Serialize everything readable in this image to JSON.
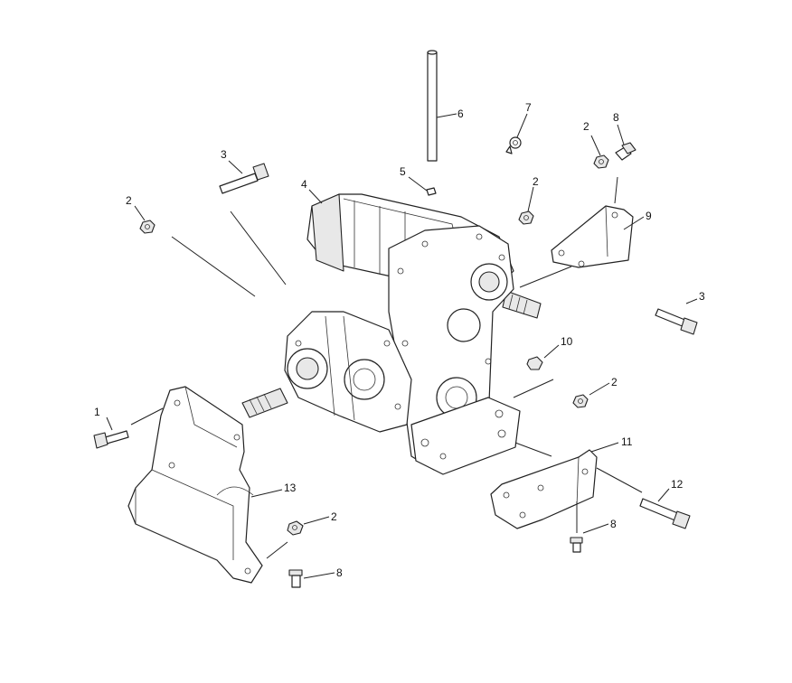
{
  "callouts": [
    {
      "id": "c1",
      "label": "1"
    },
    {
      "id": "c2a",
      "label": "2"
    },
    {
      "id": "c2b",
      "label": "2"
    },
    {
      "id": "c2c",
      "label": "2"
    },
    {
      "id": "c2d",
      "label": "2"
    },
    {
      "id": "c2e",
      "label": "2"
    },
    {
      "id": "c3a",
      "label": "3"
    },
    {
      "id": "c3b",
      "label": "3"
    },
    {
      "id": "c4",
      "label": "4"
    },
    {
      "id": "c5",
      "label": "5"
    },
    {
      "id": "c6",
      "label": "6"
    },
    {
      "id": "c7",
      "label": "7"
    },
    {
      "id": "c8a",
      "label": "8"
    },
    {
      "id": "c8b",
      "label": "8"
    },
    {
      "id": "c8c",
      "label": "8"
    },
    {
      "id": "c9",
      "label": "9"
    },
    {
      "id": "c10",
      "label": "10"
    },
    {
      "id": "c11",
      "label": "11"
    },
    {
      "id": "c12",
      "label": "12"
    },
    {
      "id": "c13",
      "label": "13"
    }
  ]
}
